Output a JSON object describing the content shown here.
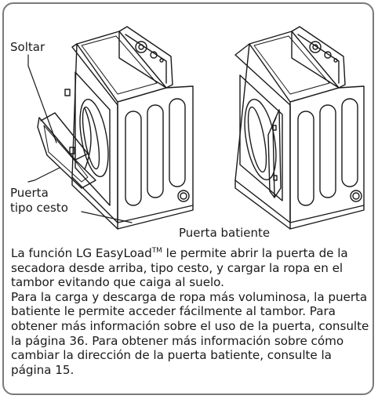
{
  "labels": {
    "release": "Soltar",
    "basket_door_line1": "Puerta",
    "basket_door_line2": "tipo cesto",
    "swing_door": "Puerta batiente"
  },
  "paragraph1": {
    "before_tm": "La función LG EasyLoad",
    "tm": "TM",
    "after_tm": " le permite abrir la puerta de la secadora desde arriba, tipo cesto, y cargar la ropa en el tambor evitando que caiga al suelo."
  },
  "paragraph2": "Para la carga y descarga de ropa más voluminosa, la puerta batiente le permite acceder fácilmente al tambor. Para obtener más información sobre el uso de la puerta, consulte la página 36. Para obtener más información sobre cómo cambiar la dirección de la puerta batiente, consulte la página 15.",
  "colors": {
    "border": "#7a7a7a",
    "ink": "#1a1a1a"
  }
}
